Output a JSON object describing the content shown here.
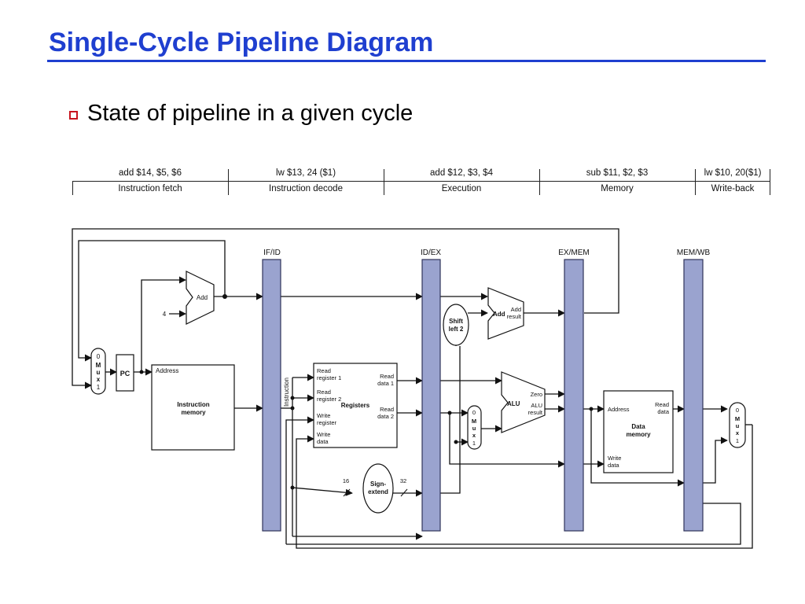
{
  "slide": {
    "title": "Single-Cycle Pipeline Diagram",
    "bullet": "State of pipeline in a given cycle"
  },
  "stages": [
    {
      "instruction": "add $14, $5, $6",
      "stage": "Instruction fetch"
    },
    {
      "instruction": "lw $13, 24 ($1)",
      "stage": "Instruction decode"
    },
    {
      "instruction": "add $12, $3, $4",
      "stage": "Execution"
    },
    {
      "instruction": "sub $11, $2, $3",
      "stage": "Memory"
    },
    {
      "instruction": "lw $10, 20($1)",
      "stage": "Write-back"
    }
  ],
  "diagram": {
    "pipeline_registers": [
      "IF/ID",
      "ID/EX",
      "EX/MEM",
      "MEM/WB"
    ],
    "pc": "PC",
    "add_pc": "Add",
    "const_four": "4",
    "instr_mem": {
      "address": "Address",
      "name1": "Instruction",
      "name2": "memory"
    },
    "instruction_label": "Instruction",
    "registers": {
      "read_reg1a": "Read",
      "read_reg1b": "register 1",
      "read_reg2a": "Read",
      "read_reg2b": "register 2",
      "write_rega": "Write",
      "write_regb": "register",
      "write_dataa": "Write",
      "write_datab": "data",
      "read_data1a": "Read",
      "read_data1b": "data 1",
      "read_data2a": "Read",
      "read_data2b": "data 2",
      "name": "Registers"
    },
    "sign_extend": {
      "line1": "Sign-",
      "line2": "extend",
      "in_bits": "16",
      "out_bits": "32"
    },
    "shift_left": {
      "line1": "Shift",
      "line2": "left 2"
    },
    "add_branch": {
      "name": "Add",
      "result1": "Add",
      "result2": "result"
    },
    "alu": {
      "name": "ALU",
      "zero": "Zero",
      "result1": "ALU",
      "result2": "result"
    },
    "data_mem": {
      "address": "Address",
      "read1": "Read",
      "read2": "data",
      "name1": "Data",
      "name2": "memory",
      "write1": "Write",
      "write2": "data"
    },
    "mux": {
      "zero": "0",
      "one": "1",
      "m": "M",
      "u": "u",
      "x": "x"
    }
  },
  "colors": {
    "title": "#1f3fd0",
    "bullet_box": "#c8141e",
    "pipeline_register_fill": "#9aa3cf",
    "pipeline_register_stroke": "#30345a"
  }
}
